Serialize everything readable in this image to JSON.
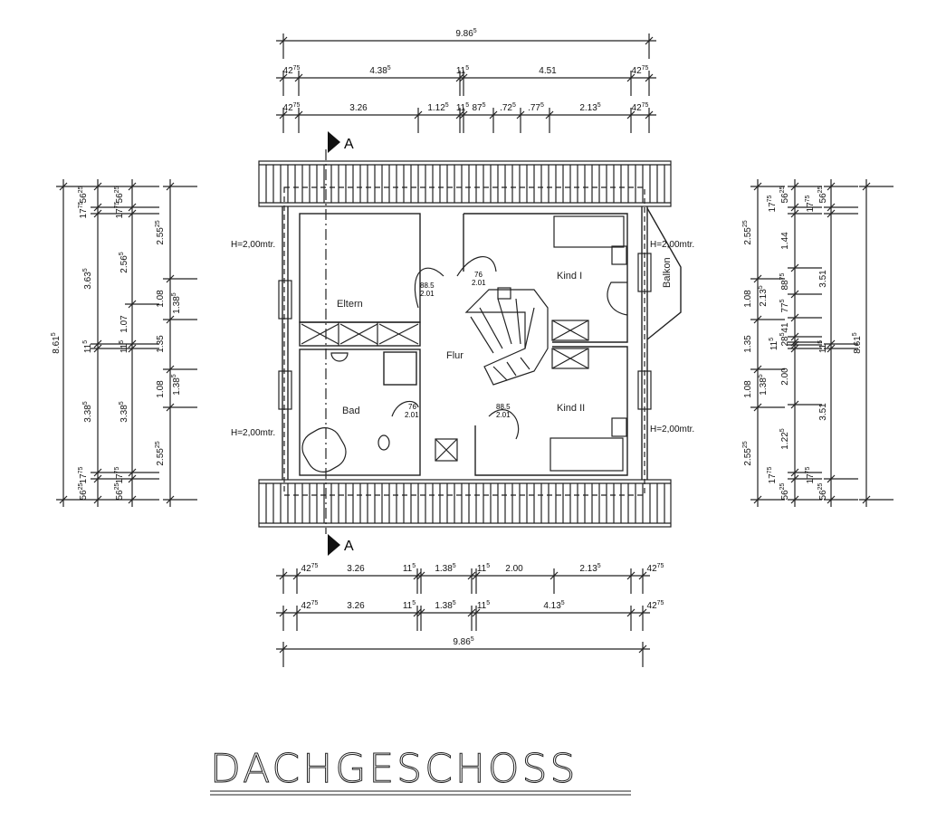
{
  "title": "DACHGESCHOSS",
  "section_marker": "A",
  "rooms": {
    "eltern": "Eltern",
    "bad": "Bad",
    "flur": "Flur",
    "kind1": "Kind I",
    "kind2": "Kind II",
    "balkon": "Balkon"
  },
  "height_notes": [
    "H=2,00mtr.",
    "H=2,00mtr.",
    "H=2,00mtr.",
    "H=2,00mtr."
  ],
  "doors": [
    {
      "w": "88.5",
      "h": "2.01"
    },
    {
      "w": "76",
      "h": "2.01"
    },
    {
      "w": "76",
      "h": "2.01"
    },
    {
      "w": "88.5",
      "h": "2.01"
    }
  ],
  "dimensions": {
    "top_total": [
      {
        "m": "9.86",
        "s": "5"
      }
    ],
    "top_row2": [
      {
        "m": "42",
        "s": "75"
      },
      {
        "m": "4.38",
        "s": "5"
      },
      {
        "m": "11",
        "s": "5"
      },
      {
        "m": "4.51",
        "s": ""
      },
      {
        "m": "42",
        "s": "75"
      }
    ],
    "top_row3": [
      {
        "m": "42",
        "s": "75"
      },
      {
        "m": "3.26",
        "s": ""
      },
      {
        "m": "1.12",
        "s": "5"
      },
      {
        "m": "11",
        "s": "5"
      },
      {
        "m": "87",
        "s": "5"
      },
      {
        "m": ".72",
        "s": "5"
      },
      {
        "m": ".77",
        "s": "5"
      },
      {
        "m": "2.13",
        "s": "5"
      },
      {
        "m": "42",
        "s": "75"
      }
    ],
    "bottom_row1": [
      {
        "m": "42",
        "s": "75"
      },
      {
        "m": "3.26",
        "s": ""
      },
      {
        "m": "11",
        "s": "5"
      },
      {
        "m": "1.38",
        "s": "5"
      },
      {
        "m": "11",
        "s": "5"
      },
      {
        "m": "2.00",
        "s": ""
      },
      {
        "m": "2.13",
        "s": "5"
      },
      {
        "m": "42",
        "s": "75"
      }
    ],
    "bottom_row2": [
      {
        "m": "42",
        "s": "75"
      },
      {
        "m": "3.26",
        "s": ""
      },
      {
        "m": "11",
        "s": "5"
      },
      {
        "m": "1.38",
        "s": "5"
      },
      {
        "m": "11",
        "s": "5"
      },
      {
        "m": "4.13",
        "s": "5"
      },
      {
        "m": "42",
        "s": "75"
      }
    ],
    "bottom_total": [
      {
        "m": "9.86",
        "s": "5"
      }
    ],
    "left_total": [
      {
        "m": "8.61",
        "s": "5"
      }
    ],
    "left_col2": [
      {
        "m": "56",
        "s": "25"
      },
      {
        "m": "17",
        "s": "75"
      },
      {
        "m": "3.63",
        "s": "5"
      },
      {
        "m": "11",
        "s": "5"
      },
      {
        "m": "3.38",
        "s": "5"
      },
      {
        "m": "17",
        "s": "75"
      },
      {
        "m": "56",
        "s": "25"
      }
    ],
    "left_col3": [
      {
        "m": "56",
        "s": "25"
      },
      {
        "m": "17",
        "s": "75"
      },
      {
        "m": "2.56",
        "s": "5"
      },
      {
        "m": "1.07",
        "s": ""
      },
      {
        "m": "11",
        "s": "5"
      },
      {
        "m": "3.38",
        "s": "5"
      },
      {
        "m": "17",
        "s": "75"
      },
      {
        "m": "56",
        "s": "25"
      }
    ],
    "left_col4": [
      {
        "m": "2.55",
        "s": "25"
      },
      {
        "m": "1.08",
        "s": ""
      },
      {
        "m": "1.38",
        "s": "5"
      },
      {
        "m": "1.35",
        "s": ""
      },
      {
        "m": "1.08",
        "s": ""
      },
      {
        "m": "1.38",
        "s": "5"
      },
      {
        "m": "2.55",
        "s": "25"
      }
    ],
    "right_col1": [
      {
        "m": "2.55",
        "s": "25"
      },
      {
        "m": "1.08",
        "s": ""
      },
      {
        "m": "2.13",
        "s": "5"
      },
      {
        "m": "1.35",
        "s": ""
      },
      {
        "m": "1.08",
        "s": ""
      },
      {
        "m": "1.38",
        "s": "5"
      },
      {
        "m": "2.55",
        "s": "25"
      }
    ],
    "right_col2": [
      {
        "m": "17",
        "s": "75"
      },
      {
        "m": "56",
        "s": "25"
      },
      {
        "m": "1.44",
        "s": ""
      },
      {
        "m": "88",
        "s": "75"
      },
      {
        "m": "77",
        "s": "5"
      },
      {
        "m": "41",
        "s": ""
      },
      {
        "m": "28",
        "s": "5"
      },
      {
        "m": "11",
        "s": "5"
      },
      {
        "m": "2.00",
        "s": ""
      },
      {
        "m": "1.22",
        "s": "5"
      },
      {
        "m": "17",
        "s": "75"
      },
      {
        "m": "56",
        "s": "25"
      }
    ],
    "right_col3": [
      {
        "m": "17",
        "s": "75"
      },
      {
        "m": "56",
        "s": "25"
      },
      {
        "m": "3.51",
        "s": ""
      },
      {
        "m": "11",
        "s": "5"
      },
      {
        "m": "3.51",
        "s": ""
      },
      {
        "m": "17",
        "s": "75"
      },
      {
        "m": "56",
        "s": "25"
      }
    ],
    "right_total": [
      {
        "m": "8.61",
        "s": "5"
      }
    ]
  }
}
